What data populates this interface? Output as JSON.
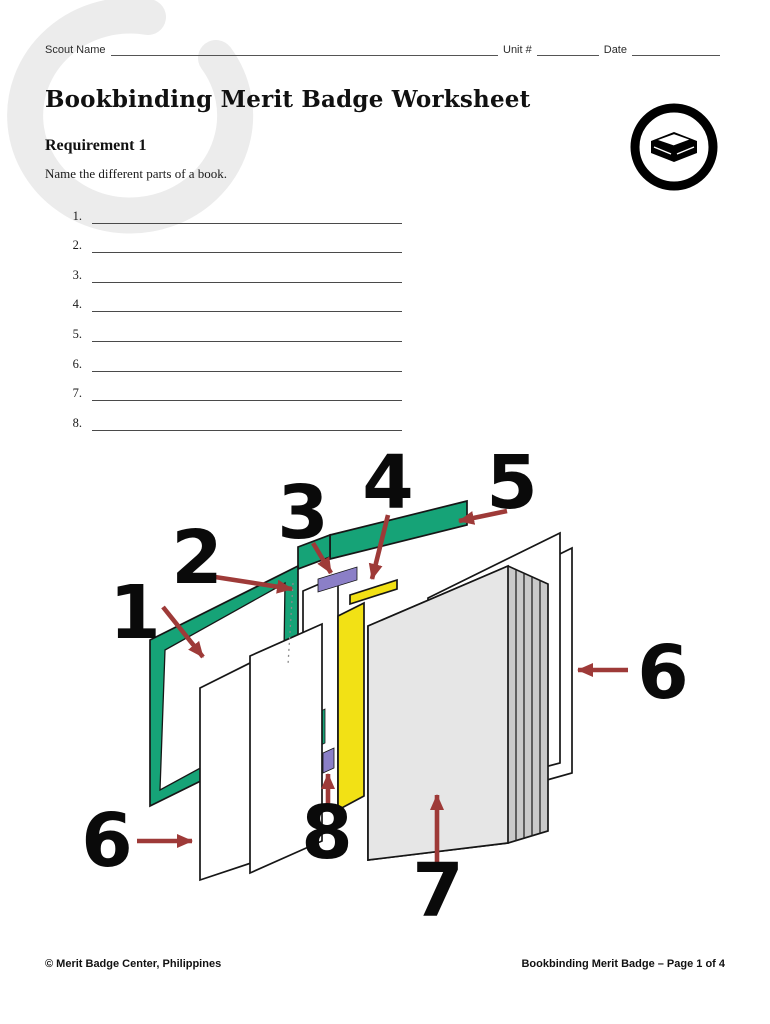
{
  "page": {
    "header": {
      "scout_name_label": "Scout Name",
      "unit_label": "Unit #",
      "date_label": "Date"
    },
    "title": "Bookbinding Merit Badge Worksheet",
    "requirement_heading": "Requirement 1",
    "instruction": "Name the different parts of a book.",
    "blanks": [
      "1.",
      "2.",
      "3.",
      "4.",
      "5.",
      "6.",
      "7.",
      "8."
    ],
    "footer": {
      "left": "© Merit Badge Center, Philippines",
      "right": "Bookbinding Merit Badge – Page 1 of 4"
    }
  },
  "badge": {
    "icon_name": "book-merit-badge-icon"
  },
  "diagram": {
    "labels": {
      "l1": "1",
      "l2": "2",
      "l3": "3",
      "l4": "4",
      "l5": "5",
      "l6_right": "6",
      "l6_left": "6",
      "l7": "7",
      "l8": "8"
    },
    "colors": {
      "cover_green": "#16a377",
      "page_yellow": "#f2e115",
      "headband_purple": "#8b7fc7",
      "arrow_red": "#9e3a38",
      "block_gray": "#c9c9c9",
      "block_face": "#e6e6e6",
      "watermark_gray": "#ececec"
    }
  }
}
